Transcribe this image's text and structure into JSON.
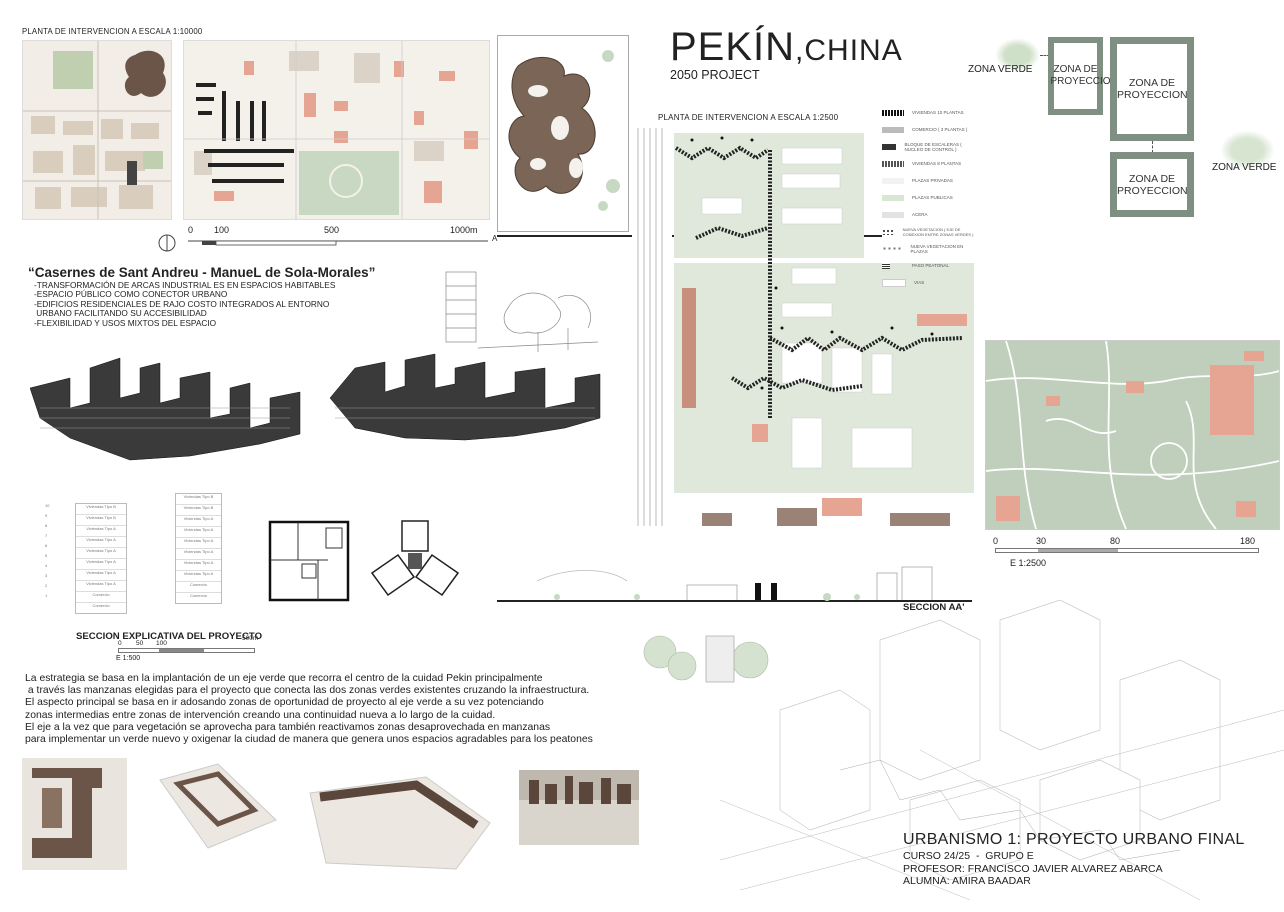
{
  "title": {
    "main": "PEKÍN",
    "suffix": ",CHINA",
    "subtitle": "2050 PROJECT"
  },
  "plan_10000": {
    "label": "PLANTA DE INTERVENCION A ESCALA 1:10000",
    "scale_ticks": [
      "0",
      "100",
      "500",
      "1000m"
    ],
    "section_mark": "A"
  },
  "plan_2500": {
    "label": "PLANTA DE INTERVENCION A ESCALA 1:2500",
    "scale_ticks": [
      "0",
      "30",
      "80",
      "180"
    ],
    "scale_label": "E 1:2500"
  },
  "legend": [
    "VIVIENDAS 10 PLANTAS",
    "COMERCIO ( 3 PLANTAS )",
    "BLOQUE DE ESCALERAS ( NUCLEO DE CONTROL )",
    "VIVIENDAS 8 PLANTAS",
    "PLAZAS PRIVADAS",
    "PLAZAS PUBLICAS",
    "ACERA",
    "NUEVA VEGETACION ( EJE DE CONEXION ENTRE ZONAS VERDES )",
    "NUEVA VEGETACION EN PLAZAS",
    "PASO PEATONAL",
    "VIAS"
  ],
  "zones": {
    "verde_left": "ZONA VERDE",
    "verde_right": "ZONA VERDE",
    "proyeccion_small": "ZONA DE PROYECCION",
    "proyeccion_big": "ZONA DE PROYECCION",
    "proyeccion_bottom": "ZONA DE PROYECCION"
  },
  "reference": {
    "title": "“Casernes de Sant Andreu - ManueL de Sola-Morales”",
    "bullets": [
      "-TRANSFORMACIÓN DE ARCAS INDUSTRIAL ES EN ESPACIOS HABITABLES",
      "-ESPACIO PÚBLICO COMO CONECTOR URBANO",
      "-EDIFICIOS RESIDENCIALES DE RAJO COSTO INTEGRADOS AL ENTORNO",
      " URBANO FACILITANDO SU ACCESIBILIDAD",
      "-FLEXIBILIDAD Y USOS MIXTOS DEL ESPACIO"
    ]
  },
  "section_proj": {
    "label": "SECCION EXPLICATIVA DEL PROYECTO",
    "scale_label": "E 1:500",
    "scale_ticks": [
      "0",
      "50",
      "100",
      "",
      "500m"
    ],
    "left_rows": [
      "Viviendas Tipo B",
      "Viviendas Tipo B",
      "Viviendas Tipo A",
      "Viviendas Tipo A",
      "Viviendas Tipo A",
      "Viviendas Tipo A",
      "Viviendas Tipo A",
      "Viviendas Tipo A",
      "Comercio",
      "Comercio"
    ],
    "right_rows": [
      "Viviendas Tipo B",
      "Viviendas Tipo B",
      "Viviendas Tipo A",
      "Viviendas Tipo A",
      "Viviendas Tipo A",
      "Viviendas Tipo A",
      "Viviendas Tipo A",
      "Viviendas Tipo A",
      "Comercio",
      "Comercio"
    ],
    "levels": [
      "10",
      "9",
      "8",
      "7",
      "6",
      "5",
      "4",
      "3",
      "2",
      "1"
    ]
  },
  "section_aa": {
    "label": "SECCION AA'"
  },
  "description": [
    "La estrategia se basa en la implantación de un eje verde que recorra el centro de la cuidad Pekin principalmente",
    " a través las manzanas elegidas para el proyecto que conecta las dos zonas verdes existentes cruzando la infraestructura.",
    "El aspecto principal se basa en ir adosando zonas de oportunidad de proyecto al eje verde a su vez potenciando",
    "zonas intermedias entre zonas de intervención creando una continuidad nueva a lo largo de la cuidad.",
    "El eje a la vez que para vegetación se aprovecha para también reactivamos zonas desaprovechada en manzanas",
    "para implementar un verde nuevo y oxigenar la ciudad de manera que genera unos espacios agradables para los peatones"
  ],
  "credits": {
    "title": "URBANISMO 1: PROYECTO URBANO FINAL",
    "course": "CURSO 24/25  -  GRUPO E",
    "professor": "PROFESOR: FRANCISCO JAVIER ALVAREZ ABARCA",
    "student": "ALUMNA: AMIRA BAADAR"
  },
  "colors": {
    "zone_border": "#7f8f82",
    "park_green": "#bfcfbc",
    "roof_salmon": "#e6a592",
    "model_brown": "#6b5548"
  }
}
